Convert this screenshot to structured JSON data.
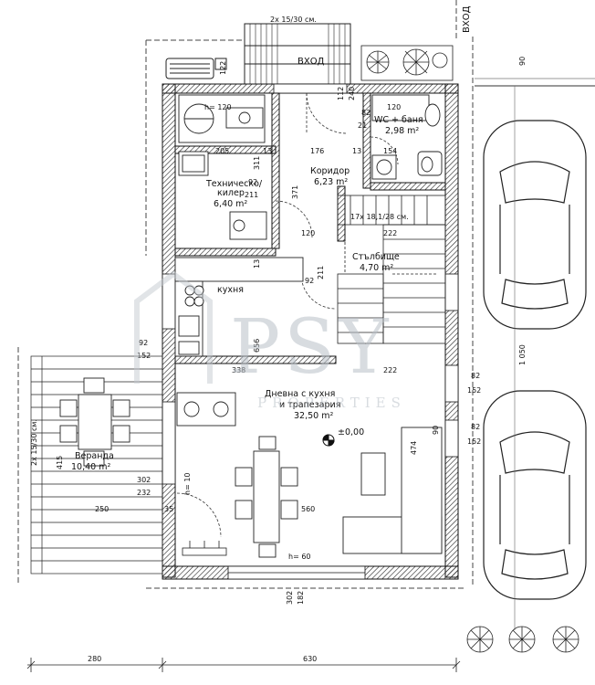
{
  "rooms": {
    "entrance": "ВХОД",
    "entrance_side": "ВХОД",
    "wc": "WC + баня",
    "wc_area": "2,98 m²",
    "utility": "Техническо/",
    "utility2": "килер",
    "utility_area": "6,40 m²",
    "corridor": "Коридор",
    "corridor_area": "6,23 m²",
    "stairs": "Стълбище",
    "stairs_area": "4,70 m²",
    "stairs_spec": "17x 18,1/28 см.",
    "kitchen": "кухня",
    "living": "Дневна с кухня",
    "living2": "и трапезария",
    "living_area": "32,50 m²",
    "veranda": "Веранда",
    "veranda_area": "10,40 m²",
    "level": "±0,00"
  },
  "dims": {
    "top_steps": "2x 15/30 см.",
    "side_steps": "2x 15/30 см.",
    "d122": "122",
    "d90": "90",
    "h120": "h= 120",
    "d112": "112",
    "d240": "240",
    "d82a": "82",
    "d21": "21",
    "d120b": "120",
    "d205": "205",
    "d13a": "13",
    "d176": "176",
    "d13b": "13",
    "d154": "154",
    "d311": "311",
    "d92a": "92",
    "d211a": "211",
    "d371": "371",
    "d120c": "120",
    "d222a": "222",
    "d13c": "13",
    "d92b": "92",
    "d211b": "211",
    "d92c": "92",
    "d152a": "152",
    "d338": "338",
    "d656": "656",
    "d222b": "222",
    "d82b": "82",
    "d152b": "152",
    "d90b": "90",
    "d82c": "82",
    "d152c": "152",
    "d474": "474",
    "d415": "415",
    "d302a": "302",
    "d232": "232",
    "h10": "h= 10",
    "d250": "250",
    "d35": "35",
    "d560": "560",
    "h60": "h= 60",
    "d302b": "302",
    "d182": "182",
    "d1050": "1 050",
    "d280": "280",
    "d630": "630"
  },
  "watermark": {
    "main": "PSY",
    "sub": "PROPERTIES"
  }
}
